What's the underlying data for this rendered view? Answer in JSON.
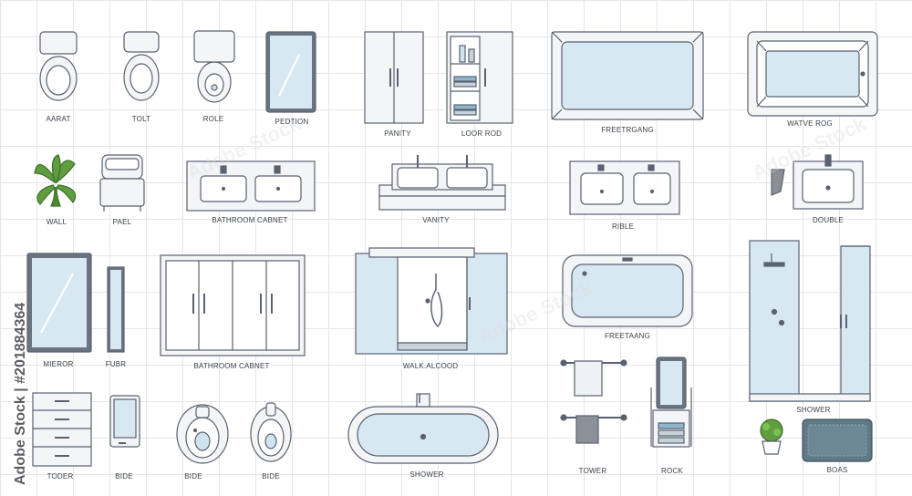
{
  "watermark": "Adobe Stock | #201884364",
  "watermark_repeat": "Adobe Stock",
  "labels": {
    "toilet_1": "AARAT",
    "toilet_2": "TOLT",
    "toilet_3": "ROLE",
    "mirror_top": "PEDTION",
    "wardrobe": "PANITY",
    "shelf_cabinet": "LOOR ROD",
    "bathtub_top": "FREETRGANG",
    "bathtub_drop_in": "WATVE ROG",
    "plant": "WALL",
    "stool": "PAEL",
    "sink_cabinet": "BATHROOM CABNET",
    "vanity": "VANITY",
    "double_sink": "RIBLE",
    "single_sink": "DOUBLE",
    "mirror_large": "MIEROR",
    "mirror_narrow": "FUBR",
    "bathroom_cabinet": "BATHROOM CABNET",
    "walk_in_shower": "WALK.ALCOOD",
    "freestanding_tub": "FREETAANG",
    "shower_stall": "SHOWER",
    "drawers": "TODER",
    "bidet_phone": "BIDE",
    "bidet_1": "BIDE",
    "bidet_2": "BIDE",
    "oval_tub": "SHOWER",
    "towel_rack": "TOWER",
    "rack_mirror": "ROCK",
    "bath_mat": "BOAS"
  },
  "colors": {
    "outline": "#5a6270",
    "fill": "#f4f5f7",
    "glass": "#d8e8f2",
    "water": "#cfe4ef",
    "plant": "#5f9e3e",
    "towel": "#c8d2da",
    "mat": "#5f7a86"
  }
}
